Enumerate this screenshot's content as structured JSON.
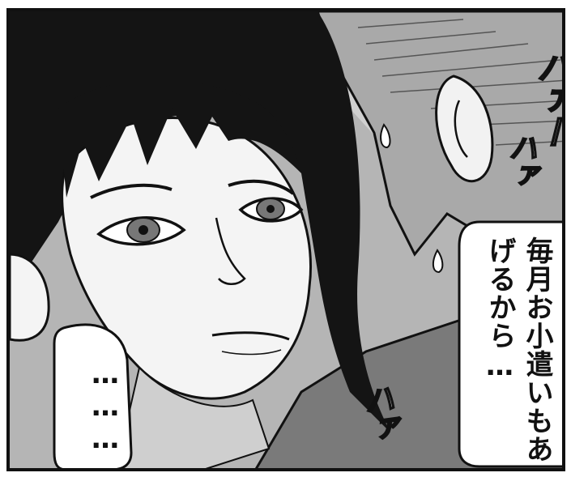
{
  "panel": {
    "speech_main_lines": [
      "毎月お小遣いも",
      "あげるから…"
    ],
    "speech_dots": "………",
    "sfx": {
      "upper": "ハァー",
      "middle": "ハァ",
      "lower": "ハァ"
    }
  },
  "colors": {
    "ink": "#111111",
    "paper": "#ffffff",
    "screentone_light": "#c8c8c8",
    "screentone_mid": "#9a9a9a",
    "screentone_dark": "#6e6e6e"
  }
}
